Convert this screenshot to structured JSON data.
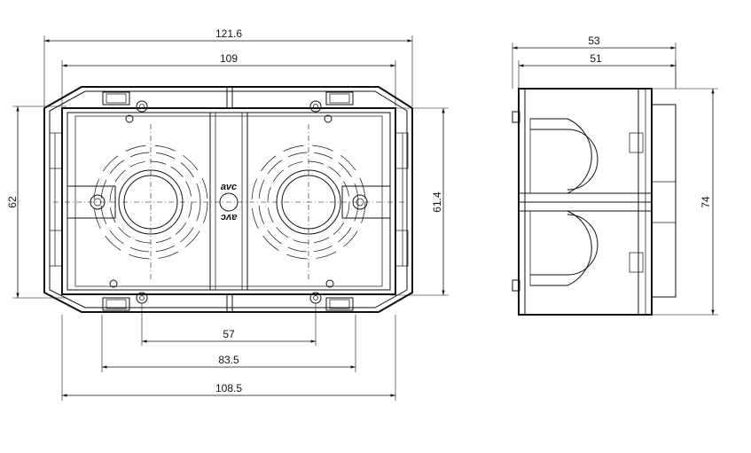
{
  "front_view": {
    "dimensions": {
      "overall_width": "121.6",
      "inner_width": "109",
      "bottom_inner_width": "108.5",
      "mid_span": "83.5",
      "screw_spacing": "57",
      "overall_height": "62",
      "inner_height": "61.4"
    },
    "logo_text": "avc"
  },
  "side_view": {
    "dimensions": {
      "overall_depth": "53",
      "inner_depth": "51",
      "height": "74"
    }
  }
}
